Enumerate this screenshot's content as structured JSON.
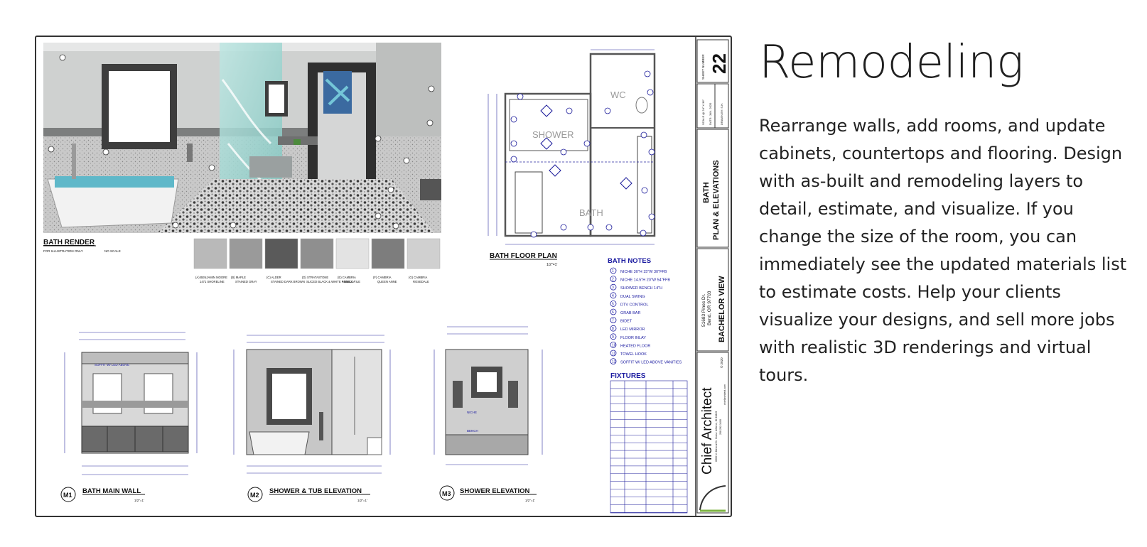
{
  "heading": "Remodeling",
  "description": "Rearrange walls, add rooms, and update cabinets, countertops and flooring. Design with as-built and remodeling layers to detail, estimate, and visualize. If you change the size of the room, you can immediately see the updated materials list to estimate costs. Help your clients visualize your designs, and sell more jobs with realistic 3D renderings and virtual tours.",
  "drawing": {
    "render_title": "BATH RENDER",
    "render_note_left": "FOR ILLUSTRATION ONLY",
    "render_note_right": "NO SCALE",
    "swatches": [
      {
        "key": "A",
        "line1": "BENJAMIN MOORE",
        "line2": "1471 SHORELINE",
        "color": "#b9b9b9"
      },
      {
        "key": "B",
        "line1": "MAPLE",
        "line2": "STAINED GRAY",
        "color": "#9a9a9a"
      },
      {
        "key": "C",
        "line1": "ALDER",
        "line2": "STAINED DARK BROWN",
        "color": "#5a5a5a"
      },
      {
        "key": "D",
        "line1": "STRATASTONE",
        "line2": "SLICED BLACK & WHITE PEBBLE TILE",
        "color": "#8f8f8f"
      },
      {
        "key": "E",
        "line1": "CAMBRIA",
        "line2": "ANNICCA",
        "color": "#e3e3e3"
      },
      {
        "key": "F",
        "line1": "CAMBRIA",
        "line2": "QUEEN ANNE",
        "color": "#7d7d7d"
      },
      {
        "key": "G",
        "line1": "CAMBRIA",
        "line2": "ROSEDALE",
        "color": "#d0d0d0"
      }
    ],
    "floor_plan_title": "BATH FLOOR PLAN",
    "floor_plan_scale": "1/2\"=1'",
    "room_shower": "SHOWER",
    "room_wc": "WC",
    "room_bath": "BATH",
    "notes_title": "BATH NOTES",
    "notes": [
      "NICHE 30\"H 15\"W 30\"FFB",
      "NICHE 14.5\"H 20\"W 54\"FFB",
      "SHOWER BENCH 14\"H",
      "DUAL SWING",
      "DTV CONTROL",
      "GRAB BAR",
      "BIDET",
      "LED MIRROR",
      "FLOOR INLAY",
      "HEATED FLOOR",
      "TOWEL HOOK",
      "SOFFIT W/ LED ABOVE VANITIES"
    ],
    "fixtures_title": "FIXTURES",
    "elevations": [
      {
        "tag": "M1",
        "title": "BATH MAIN WALL",
        "scale": "1/2\"=1'",
        "callout": "SOFFIT W/ LED ABOVE"
      },
      {
        "tag": "M2",
        "title": "SHOWER & TUB ELEVATION",
        "scale": "1/2\"=1'",
        "callout": ""
      },
      {
        "tag": "M3",
        "title": "SHOWER ELEVATION",
        "scale": "1/2\"=1'",
        "callout_a": "NICHE",
        "callout_b": "BENCH"
      }
    ],
    "title_block": {
      "sheet_number_label": "SHEET NUMBER",
      "sheet_number": "22",
      "scale_label": "SCALE @ 24\" X 36\"",
      "date_label": "DATE: JAN. 2020",
      "drawn_label": "DRAWN BY: S.H.",
      "sheet_title_1": "BATH",
      "sheet_title_2": "PLAN & ELEVATIONS",
      "address_1": "51683 Pines Dr.",
      "address_2": "Bend, OR 97703",
      "project": "BACHELOR VIEW",
      "copyright": "© 2020",
      "company": "Chief Architect",
      "company_address": "6500 N. Mineral Dr. Coeur d'Alene, ID 83815",
      "company_phone": "208.292.3400",
      "company_web": "chiefarchitect.com"
    }
  }
}
